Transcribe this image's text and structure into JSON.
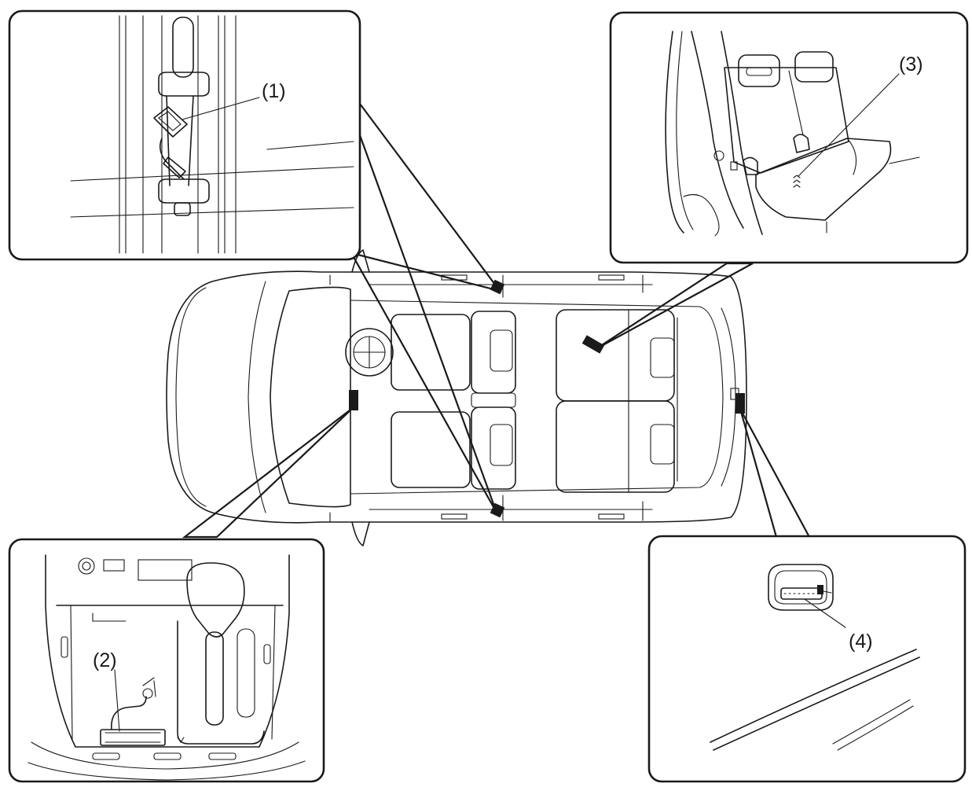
{
  "figure": {
    "callouts": {
      "c1": "(1)",
      "c2": "(2)",
      "c3": "(3)",
      "c4": "(4)"
    },
    "line_color": "#1a1a1a",
    "background": "#ffffff"
  }
}
